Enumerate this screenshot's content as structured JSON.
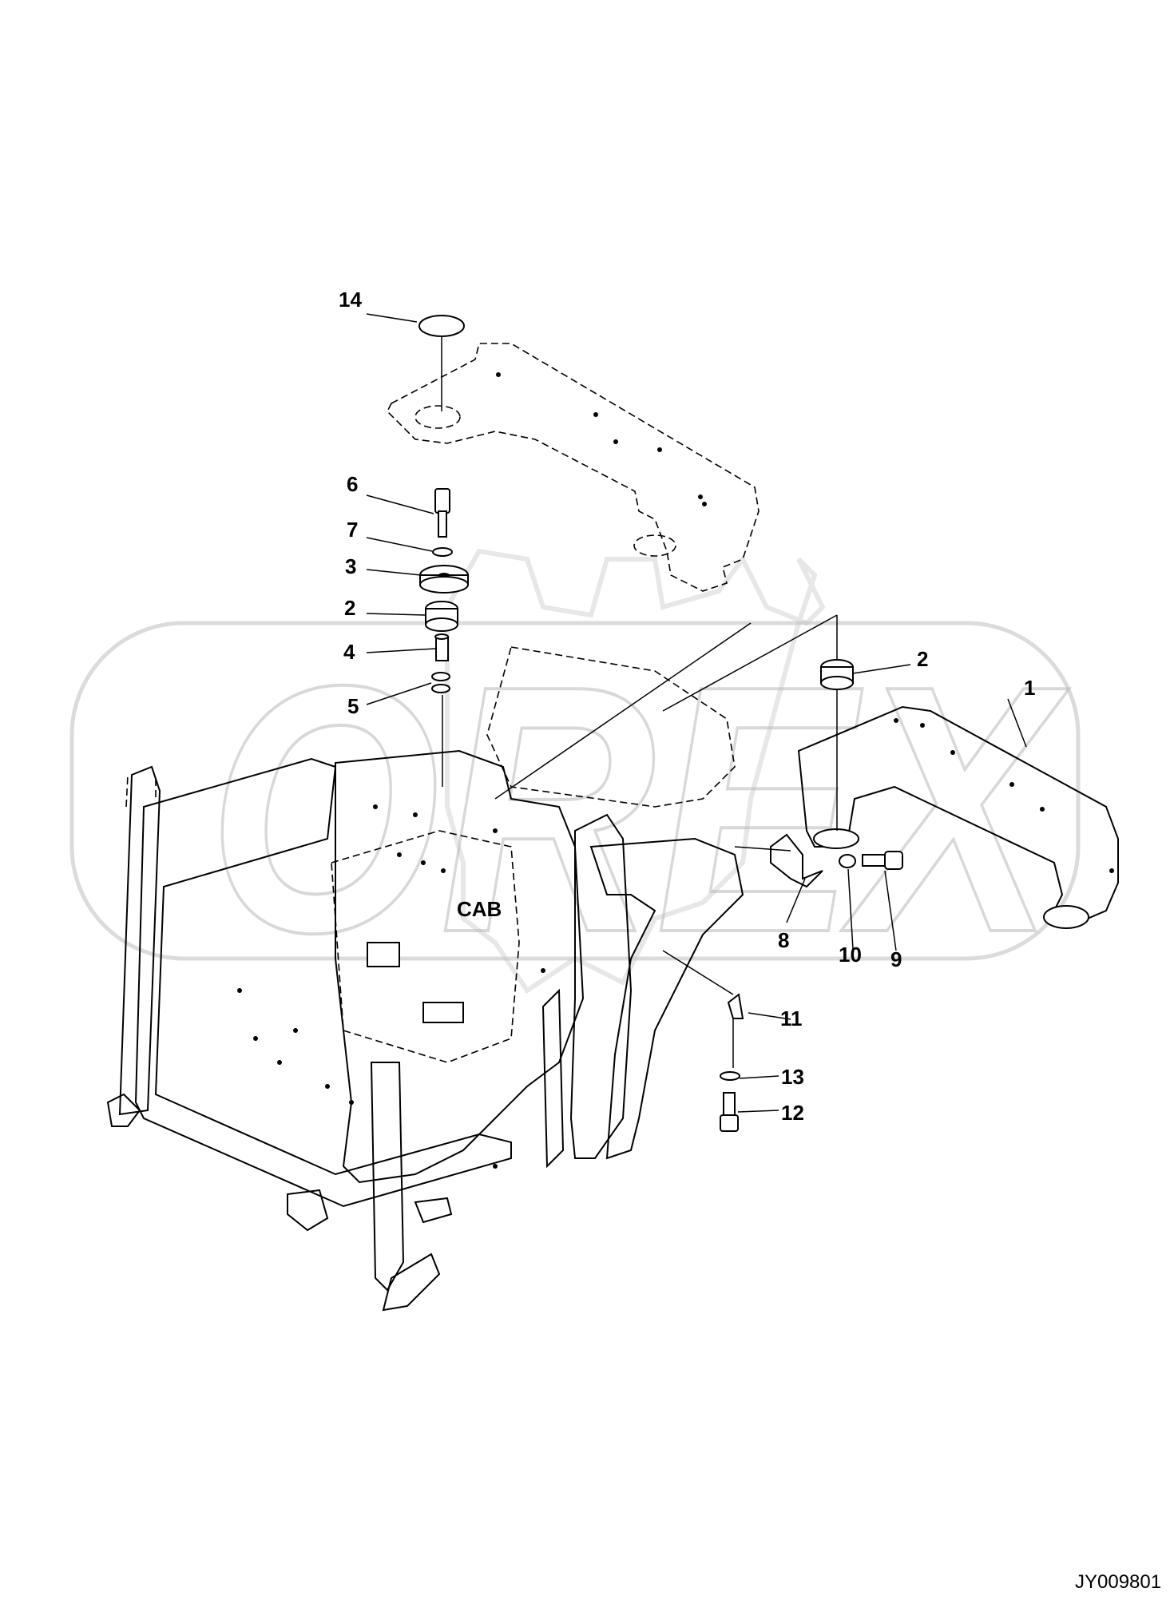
{
  "diagram": {
    "cab_label": "CAB",
    "drawing_number": "JY009801",
    "watermark_text": "OREX",
    "callouts": {
      "c14": "14",
      "c6": "6",
      "c7": "7",
      "c3": "3",
      "c2a": "2",
      "c4": "4",
      "c5": "5",
      "c2b": "2",
      "c1": "1",
      "c8": "8",
      "c10": "10",
      "c9": "9",
      "c11": "11",
      "c13": "13",
      "c12": "12"
    }
  }
}
